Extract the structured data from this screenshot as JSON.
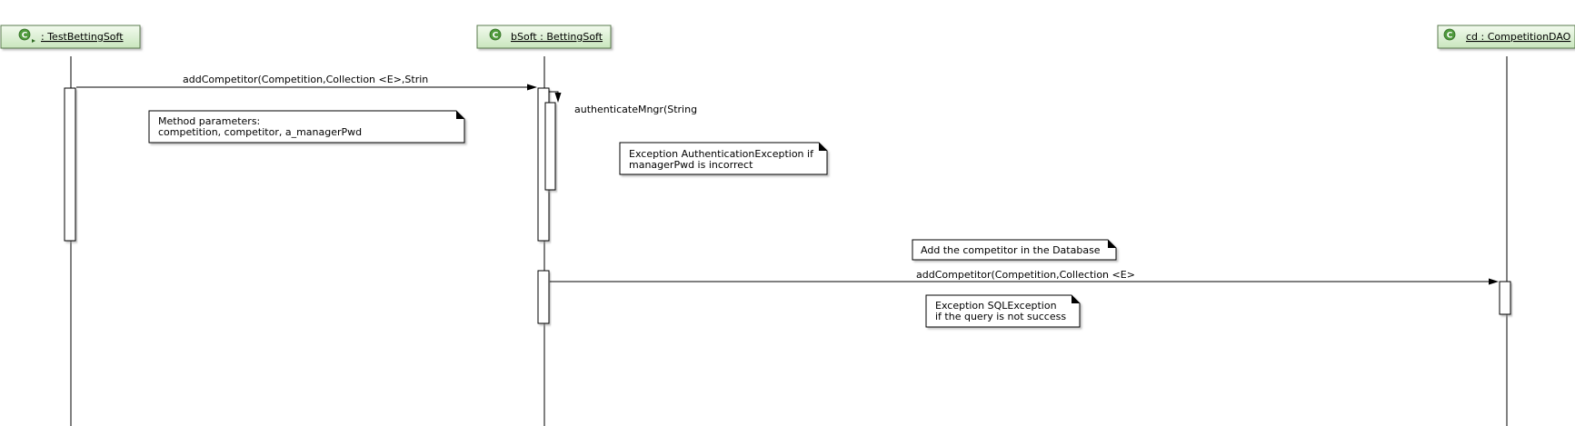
{
  "lifelines": [
    {
      "id": "test",
      "label": ": TestBettingSoft"
    },
    {
      "id": "bsoft",
      "label": "bSoft : BettingSoft"
    },
    {
      "id": "cd",
      "label": "cd : CompetitionDAO"
    }
  ],
  "messages": [
    {
      "label": "addCompetitor(Competition,Collection <E>,Strin"
    },
    {
      "label": "authenticateMngr(String"
    },
    {
      "label": "addCompetitor(Competition,Collection <E>"
    }
  ],
  "notes": [
    {
      "lines": [
        "Method parameters:",
        "competition, competitor, a_managerPwd"
      ]
    },
    {
      "lines": [
        "Exception AuthenticationException if",
        "managerPwd is incorrect"
      ]
    },
    {
      "lines": [
        "Add the competitor in the Database"
      ]
    },
    {
      "lines": [
        "Exception SQLException",
        "if the query is not success"
      ]
    }
  ],
  "colors": {
    "head_fill_top": "#f2faee",
    "head_fill_bottom": "#c9e6bd",
    "head_stroke": "#5a7a4e",
    "icon_fill": "#4f9a3c",
    "line": "#000000"
  }
}
